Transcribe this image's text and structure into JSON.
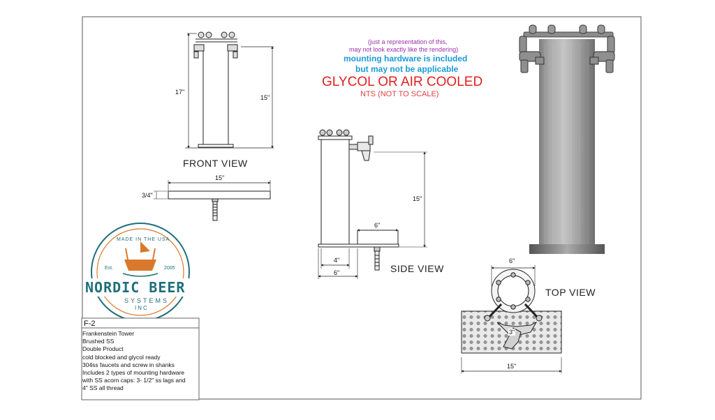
{
  "header": {
    "disclaimer_line1": "(just a representation of this,",
    "disclaimer_line2": "may not look exactly like the rendering)",
    "mounting_line1": "mounting hardware is included",
    "mounting_line2": "but may not be applicable",
    "cooling": "GLYCOL OR AIR COOLED",
    "scale": "NTS (NOT TO SCALE)"
  },
  "colors": {
    "disclaimer": "#9b2fae",
    "mounting": "#1c9ad6",
    "cooling": "#e02020",
    "scale": "#e04040",
    "logo_teal": "#1f6f7a",
    "logo_orange": "#d9792b"
  },
  "front_view": {
    "label": "FRONT VIEW",
    "dim_height_total": "17\"",
    "dim_height_column": "15\"",
    "dim_drip_width": "15\"",
    "dim_drip_thickness": "3/4\""
  },
  "side_view": {
    "label": "SIDE VIEW",
    "dim_height": "15\"",
    "dim_drip_width": "6\"",
    "dim_base_inner": "4\"",
    "dim_base_outer": "6\""
  },
  "top_view": {
    "label": "TOP VIEW",
    "dim_flange": "6\"",
    "dim_inner": "3\"",
    "dim_width": "15\""
  },
  "logo": {
    "arc_top": "MADE IN THE USA",
    "est": "Est.",
    "year": "2005",
    "brand": "NORDIC BEER",
    "sub1": "SYSTEMS",
    "sub2": "INC"
  },
  "info_box": {
    "code": "F-2",
    "lines": [
      "Frankenstein Tower",
      "Brushed SS",
      "Double Product",
      "cold blocked and glycol ready",
      "304ss faucets and screw in shanks",
      "Includes 2 types of mounting hardware",
      "with SS acorn caps: 3- 1/2\" ss lags and",
      "4\" SS all thread"
    ]
  }
}
